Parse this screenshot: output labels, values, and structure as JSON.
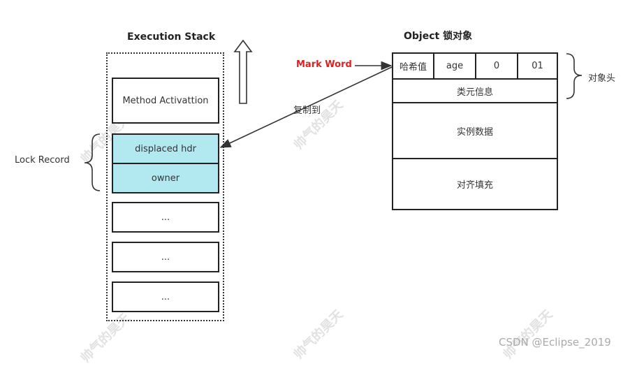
{
  "stack": {
    "title": "Execution Stack",
    "frames": {
      "method": "Method Activattion",
      "displaced": "displaced hdr",
      "owner": "owner",
      "dots1": "...",
      "dots2": "...",
      "dots3": "..."
    },
    "lock_record_label": "Lock Record"
  },
  "object": {
    "title": "Object 锁对象",
    "header_cells": [
      "哈希值",
      "age",
      "0",
      "01"
    ],
    "class_meta": "类元信息",
    "instance_data": "实例数据",
    "padding": "对齐填充",
    "header_label": "对象头"
  },
  "mark_word_label": "Mark Word",
  "copy_label": "复制到",
  "watermark": "帅气的昊天",
  "footer_brand": "CSDN @Eclipse_2019",
  "colors": {
    "cyan_fill": "#b2e8f0",
    "mark_word": "#e02020"
  }
}
